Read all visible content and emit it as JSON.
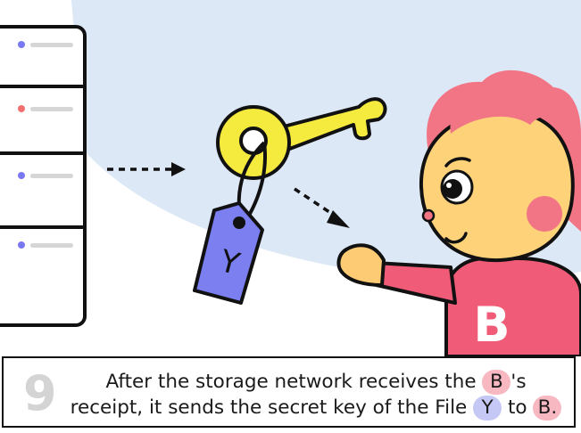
{
  "step": {
    "number": "9"
  },
  "caption": {
    "part1": "After the storage network receives the",
    "chip_b1": "B",
    "part2": "'s",
    "part3": "receipt, it sends the secret key of the File",
    "chip_y": "Y",
    "part4": "to",
    "chip_b2": "B."
  },
  "tag": {
    "letter": "Y"
  },
  "person": {
    "shirt_letter": "B"
  },
  "colors": {
    "background_blob": "#dde8f7",
    "key": "#f5ea3e",
    "tag": "#7b7ff0",
    "hair": "#f27585",
    "face": "#fdd279",
    "shirt": "#f05c78",
    "server_dot_blue": "#7a78f0",
    "server_dot_red": "#f07070"
  },
  "icons": [
    "server-rack-icon",
    "key-icon",
    "file-tag-icon",
    "dashed-arrow-icon",
    "person-icon"
  ]
}
